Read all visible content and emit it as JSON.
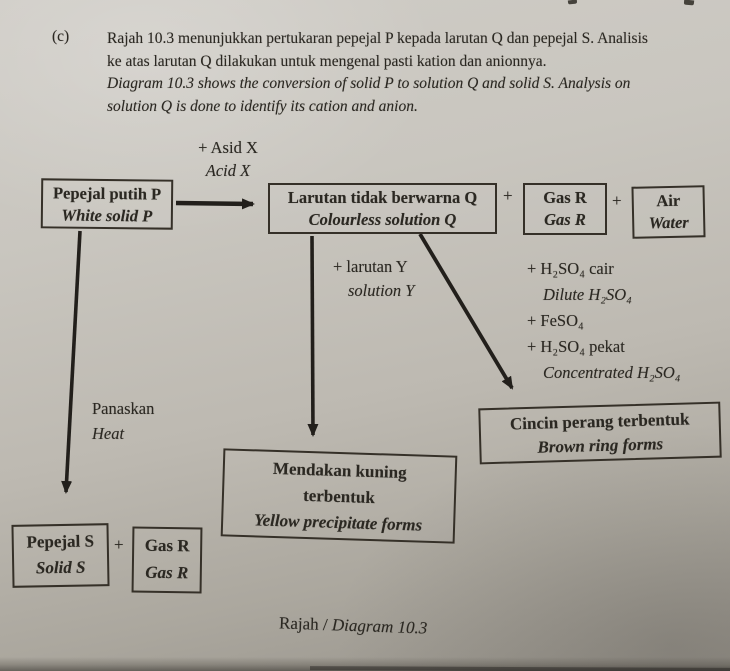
{
  "colors": {
    "ink": "#2b2822",
    "paper": "#c4c1ba",
    "box_border": "#353028"
  },
  "question": {
    "part": "(c)",
    "text_ms_1": "Rajah 10.3 menunjukkan pertukaran pepejal P kepada larutan Q dan pepejal S. Analisis",
    "text_ms_2": "ke atas larutan Q dilakukan untuk mengenal pasti kation dan anionnya.",
    "text_en_1": "Diagram 10.3 shows the conversion of solid P to solution Q and solid S. Analysis on",
    "text_en_2": "solution Q is done to identify its cation and anion."
  },
  "diagram": {
    "boxes": {
      "white_solid_p": {
        "ms": "Pepejal putih P",
        "en": "White solid P"
      },
      "colourless_solution_q": {
        "ms": "Larutan tidak berwarna Q",
        "en": "Colourless solution Q"
      },
      "gas_r_top": {
        "ms": "Gas R",
        "en": "Gas R"
      },
      "water": {
        "ms": "Air",
        "en": "Water"
      },
      "brown_ring": {
        "ms": "Cincin perang terbentuk",
        "en": "Brown ring forms"
      },
      "yellow_precipitate": {
        "ms1": "Mendakan kuning",
        "ms2": "terbentuk",
        "en": "Yellow precipitate forms"
      },
      "solid_s": {
        "ms": "Pepejal S",
        "en": "Solid S"
      },
      "gas_r_bottom": {
        "ms": "Gas R",
        "en": "Gas R"
      }
    },
    "plus_signs": {
      "after_q": "+",
      "after_gas_r": "+",
      "after_solid_s": "+"
    },
    "arrow_labels": {
      "acid_x": {
        "ms": "+ Asid X",
        "en": "Acid X"
      },
      "solution_y": {
        "ms": "+ larutan Y",
        "en": "solution Y"
      },
      "heat": {
        "ms": "Panaskan",
        "en": "Heat"
      },
      "reagents": {
        "dilute_ms": "+ H₂SO₄ cair",
        "dilute_en": "Dilute H₂SO₄",
        "feso4": "+ FeSO₄",
        "conc_ms": "+ H₂SO₄ pekat",
        "conc_en": "Concentrated H₂SO₄"
      }
    },
    "caption": {
      "ms": "Rajah /",
      "en": "Diagram 10.3"
    }
  }
}
